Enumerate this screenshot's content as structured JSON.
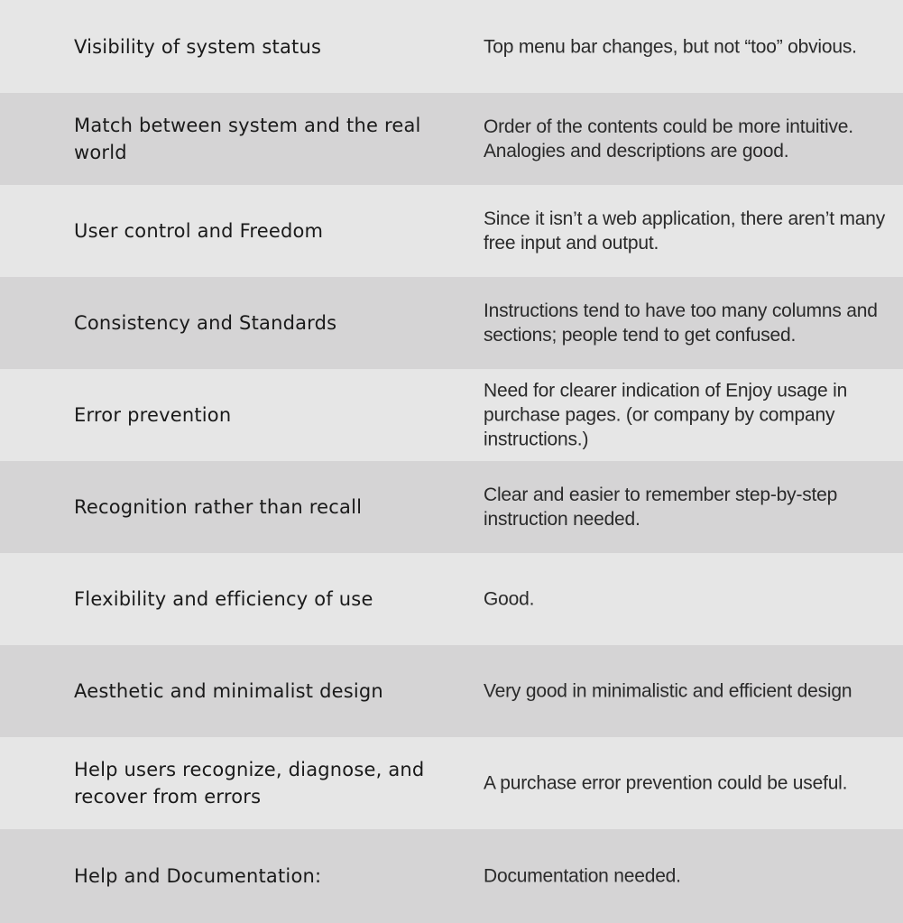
{
  "rows": [
    {
      "heuristic": "Visibility of system status",
      "comment": "Top menu bar changes, but not “too” obvious."
    },
    {
      "heuristic": "Match between system and the real world",
      "comment": "Order of the contents could be more intuitive. Analogies and descriptions are good."
    },
    {
      "heuristic": "User control and Freedom",
      "comment": "Since it isn’t a web application, there aren’t many free input and output."
    },
    {
      "heuristic": "Consistency and Standards",
      "comment": "Instructions tend to have too many columns and sections; people tend to get confused."
    },
    {
      "heuristic": "Error prevention",
      "comment": "Need for clearer indication of Enjoy usage in purchase pages. (or company by company instructions.)"
    },
    {
      "heuristic": "Recognition rather than recall",
      "comment": "Clear and easier to remember step-by-step instruction needed."
    },
    {
      "heuristic": "Flexibility and efficiency of use",
      "comment": "Good."
    },
    {
      "heuristic": "Aesthetic and minimalist design",
      "comment": "Very good in minimalistic and efficient design"
    },
    {
      "heuristic": "Help users recognize, diagnose, and recover from errors",
      "comment": "A purchase error prevention could be useful."
    },
    {
      "heuristic": "Help and Documentation:",
      "comment": "Documentation needed."
    }
  ],
  "colors": {
    "row_light": "#e6e6e6",
    "row_dark": "#d5d4d5",
    "text": "#1a1a1a"
  }
}
